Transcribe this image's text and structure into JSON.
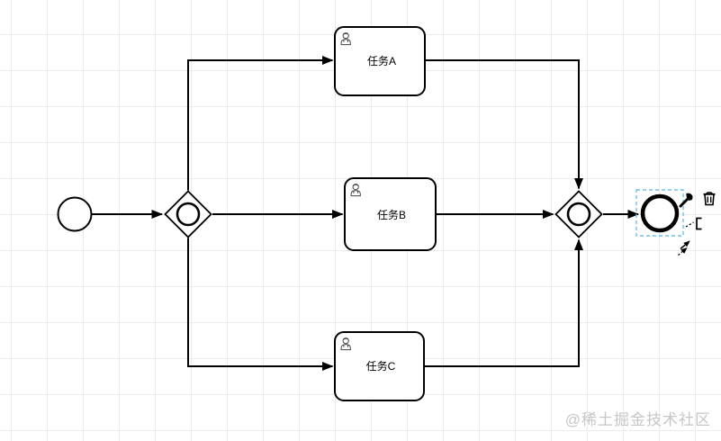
{
  "process": {
    "type": "bpmn-flow",
    "start_event": {
      "kind": "start-event"
    },
    "split_gateway": {
      "kind": "inclusive-gateway"
    },
    "join_gateway": {
      "kind": "inclusive-gateway"
    },
    "end_event": {
      "kind": "end-event",
      "selected": true
    },
    "tasks": [
      {
        "id": "task-a",
        "kind": "user-task",
        "label": "任务A"
      },
      {
        "id": "task-b",
        "kind": "user-task",
        "label": "任务B"
      },
      {
        "id": "task-c",
        "kind": "user-task",
        "label": "任务C"
      }
    ],
    "flows": [
      {
        "from": "start-event",
        "to": "split-gateway"
      },
      {
        "from": "split-gateway",
        "to": "task-a"
      },
      {
        "from": "split-gateway",
        "to": "task-b"
      },
      {
        "from": "split-gateway",
        "to": "task-c"
      },
      {
        "from": "task-a",
        "to": "join-gateway"
      },
      {
        "from": "task-b",
        "to": "join-gateway"
      },
      {
        "from": "task-c",
        "to": "join-gateway"
      },
      {
        "from": "join-gateway",
        "to": "end-event"
      }
    ]
  },
  "context_pad": {
    "icons": [
      "wrench-icon",
      "trash-icon",
      "text-annotation-icon",
      "connect-icon"
    ]
  },
  "watermark": {
    "text": "@稀土掘金技术社区",
    "color": "#c6c6c6"
  },
  "colors": {
    "shape_stroke": "#000000",
    "selection_outline": "#70c0e8",
    "grid_line": "#ebebeb",
    "canvas_background": "#ffffff"
  }
}
